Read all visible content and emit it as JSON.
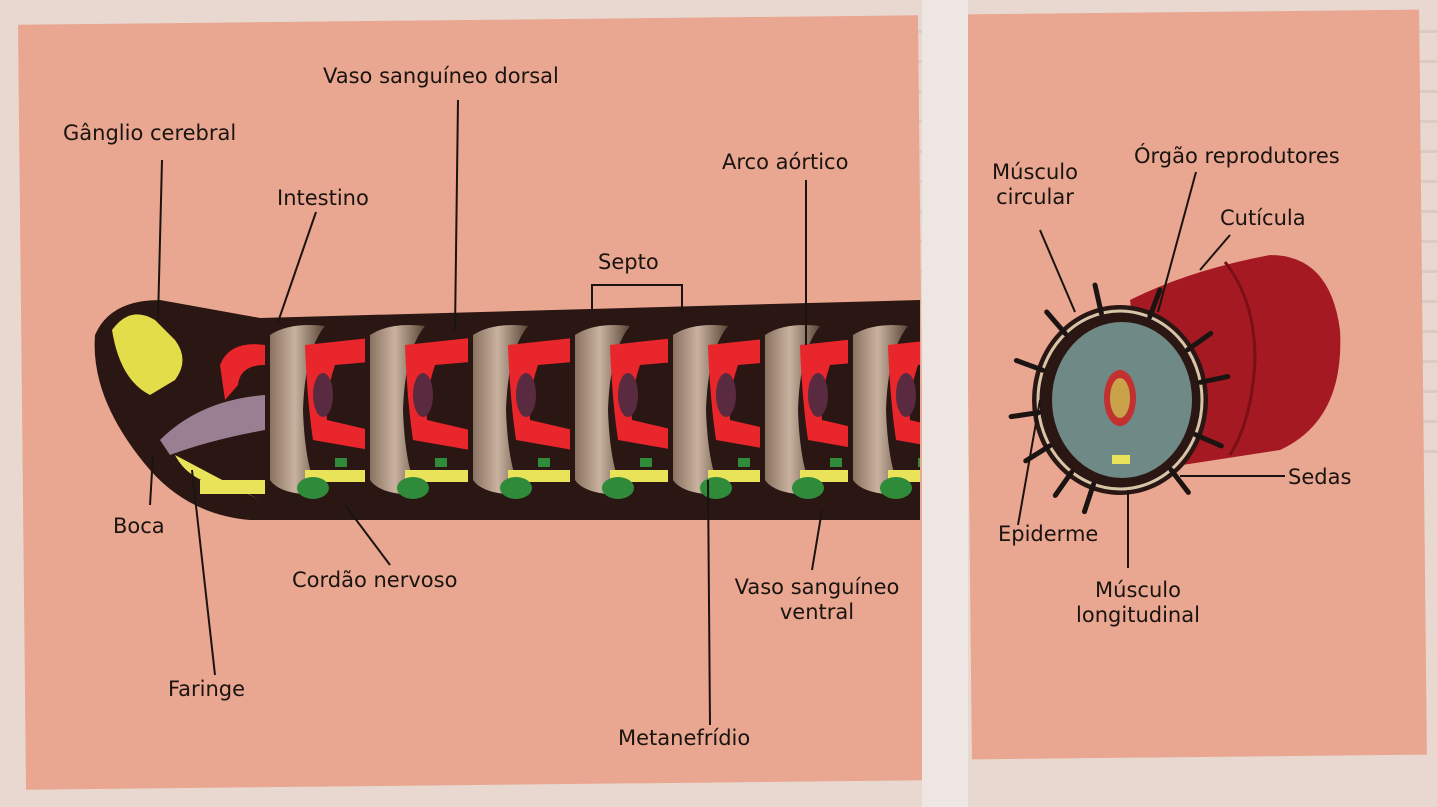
{
  "labels": {
    "ganglio": "Gânglio cerebral",
    "vaso_dorsal": "Vaso sanguíneo dorsal",
    "intestino": "Intestino",
    "arco": "Arco aórtico",
    "septo": "Septo",
    "boca": "Boca",
    "cordao": "Cordão nervoso",
    "faringe": "Faringe",
    "vaso_ventral_1": "Vaso sanguíneo",
    "vaso_ventral_2": "ventral",
    "metanefridio": "Metanefrídio",
    "musculo_circular_1": "Músculo",
    "musculo_circular_2": "circular",
    "orgao": "Órgão reprodutores",
    "cuticula": "Cutícula",
    "sedas": "Sedas",
    "epiderme": "Epiderme",
    "musculo_long_1": "Músculo",
    "musculo_long_2": "longitudinal"
  },
  "colors": {
    "panel": "#e9a690",
    "body_dark": "#2a1612",
    "segment_tan": "#b79f8c",
    "vessel_red": "#e8262b",
    "nerve_yellow": "#e9e35a",
    "nephridium_green": "#2f8a3a",
    "cross_section_gray": "#6f8a86",
    "worm_red": "#a51a22"
  }
}
